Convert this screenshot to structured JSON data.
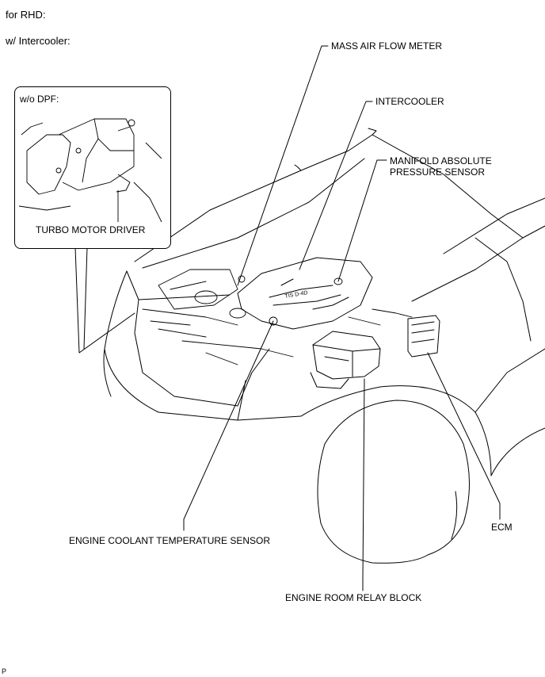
{
  "header": {
    "line1": "for RHD:",
    "line2": "w/ Intercooler:"
  },
  "inset": {
    "title": "w/o DPF:",
    "label": "TURBO MOTOR DRIVER"
  },
  "callouts": {
    "mass_air_flow_meter": "MASS AIR FLOW METER",
    "intercooler": "INTERCOOLER",
    "manifold_absolute_pressure_sensor_line1": "MANIFOLD ABSOLUTE",
    "manifold_absolute_pressure_sensor_line2": "PRESSURE SENSOR",
    "engine_coolant_temperature_sensor": "ENGINE COOLANT TEMPERATURE SENSOR",
    "ecm": "ECM",
    "engine_room_relay_block": "ENGINE ROOM RELAY BLOCK"
  },
  "footer": {
    "code": "P"
  }
}
